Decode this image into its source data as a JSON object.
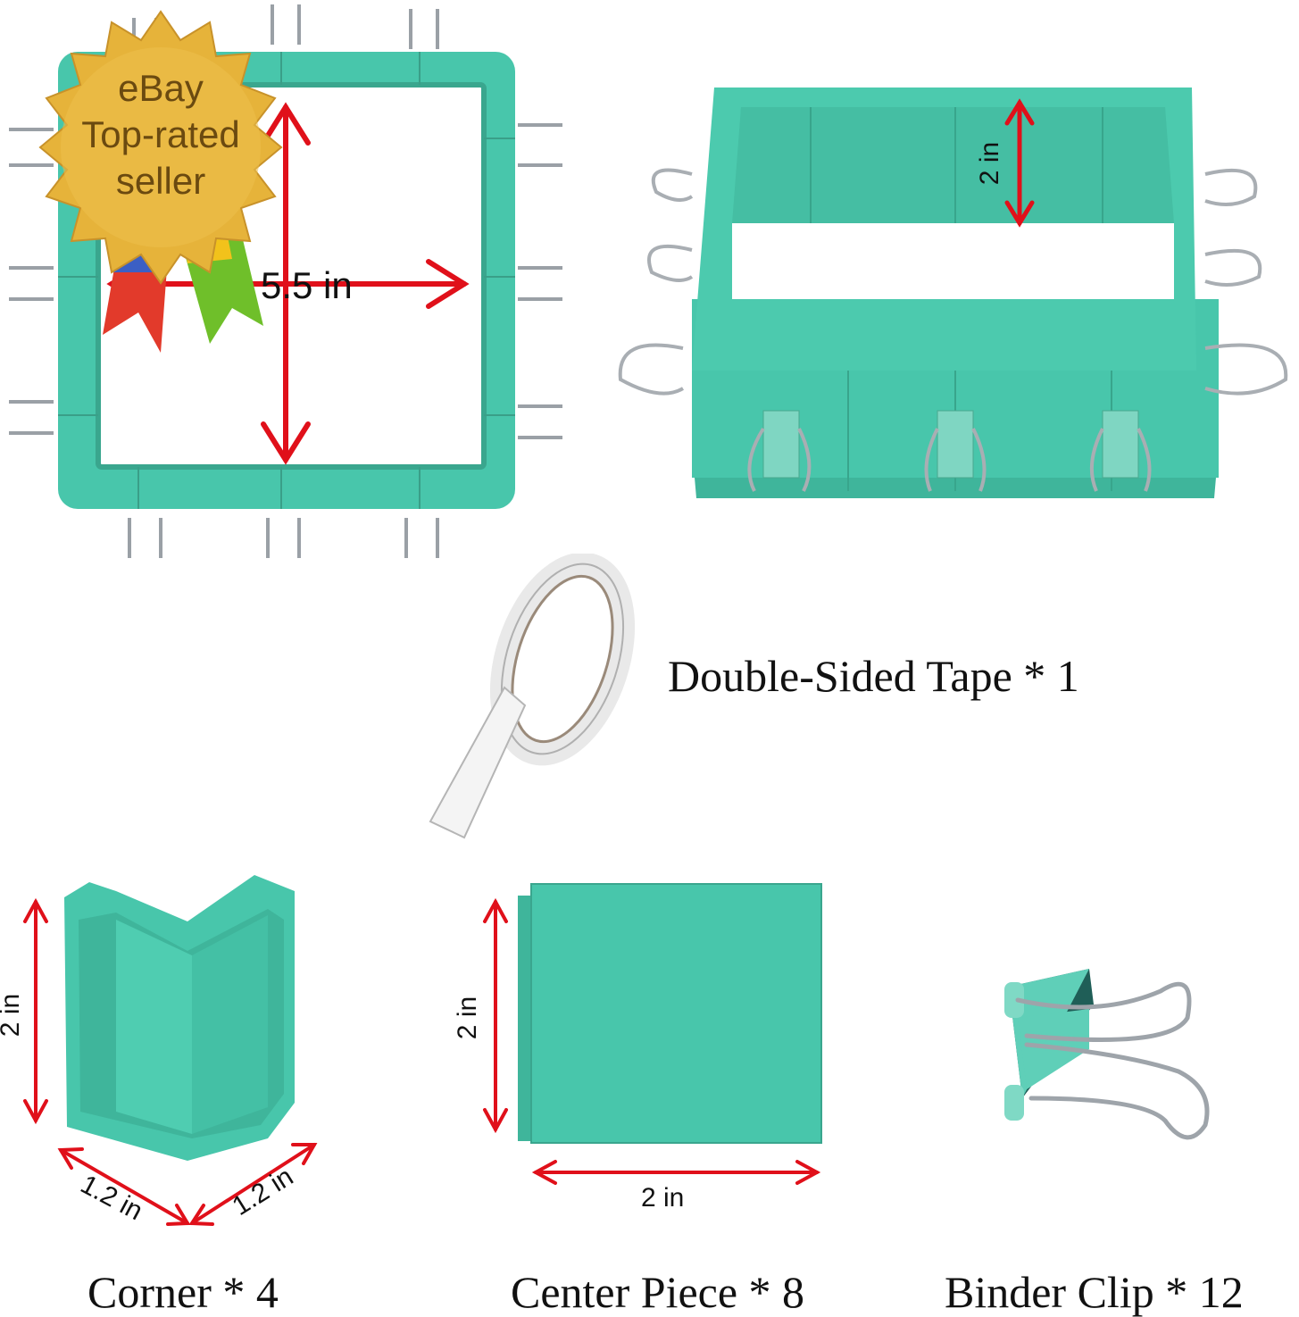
{
  "badge": {
    "line1": "eBay",
    "line2": "Top-rated",
    "line3": "seller"
  },
  "top_left": {
    "dimension_label": "5.5 in"
  },
  "top_right": {
    "height_label": "2 in"
  },
  "tape": {
    "caption": "Double-Sided Tape * 1"
  },
  "corner": {
    "height_label": "2 in",
    "side_label_left": "1.2 in",
    "side_label_right": "1.2 in",
    "caption": "Corner * 4"
  },
  "center_piece": {
    "height_label": "2 in",
    "width_label": "2 in",
    "caption": "Center Piece * 8"
  },
  "binder_clip": {
    "caption": "Binder Clip * 12"
  },
  "colors": {
    "mold": "#48c6ab",
    "mold_dark": "#35a98f",
    "arrow": "#e0101a",
    "badge_gold": "#e6b33a",
    "clip_metal": "#b8bcc0"
  }
}
